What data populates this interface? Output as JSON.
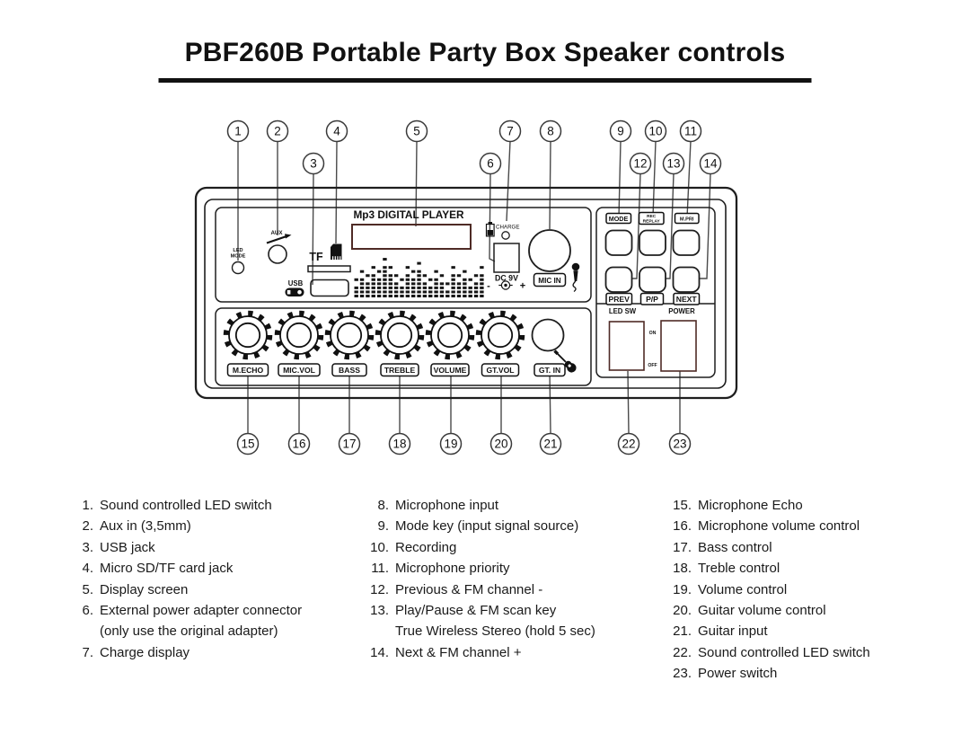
{
  "title": "PBF260B Portable Party Box Speaker controls",
  "panel": {
    "display_title": "Mp3 DIGITAL PLAYER",
    "labels": {
      "led_mode_line1": "LED",
      "led_mode_line2": "MODE",
      "aux": "AUX",
      "tf": "TF",
      "usb": "USB",
      "charge": "CHARGE",
      "dc9v": "DC 9V",
      "polarity_minus": "-",
      "polarity_plus": "+",
      "mic_in": "MIC IN",
      "led_sw": "LED SW",
      "power": "POWER",
      "on": "ON",
      "off": "OFF",
      "gt_in": "GT. IN"
    },
    "buttons": {
      "mode": "MODE",
      "rec_line1": "REC",
      "rec_line2": "REPLAY",
      "mpri": "M.PRI",
      "prev": "PREV",
      "pp": "P/P",
      "next": "NEXT"
    },
    "knobs": [
      "M.ECHO",
      "MIC.VOL",
      "BASS",
      "TREBLE",
      "VOLUME",
      "GT.VOL"
    ],
    "equalizer_heights": [
      3,
      5,
      4,
      6,
      5,
      8,
      6,
      4,
      3,
      6,
      5,
      7,
      4,
      3,
      5,
      4,
      2,
      6,
      4,
      5,
      3,
      4,
      6
    ]
  },
  "callouts": {
    "numbers": [
      "1",
      "2",
      "3",
      "4",
      "5",
      "6",
      "7",
      "8",
      "9",
      "10",
      "11",
      "12",
      "13",
      "14",
      "15",
      "16",
      "17",
      "18",
      "19",
      "20",
      "21",
      "22",
      "23"
    ]
  },
  "legend": {
    "col1": [
      {
        "n": "1.",
        "text": "Sound controlled LED switch"
      },
      {
        "n": "2.",
        "text": "Aux in (3,5mm)"
      },
      {
        "n": "3.",
        "text": "USB jack"
      },
      {
        "n": "4.",
        "text": "Micro SD/TF card jack"
      },
      {
        "n": "5.",
        "text": "Display screen"
      },
      {
        "n": "6.",
        "text": "External power adapter connector",
        "extra": "(only use the original adapter)"
      },
      {
        "n": "7.",
        "text": "Charge display"
      }
    ],
    "col2": [
      {
        "n": "8.",
        "text": "Microphone input"
      },
      {
        "n": "9.",
        "text": "Mode key (input signal source)"
      },
      {
        "n": "10.",
        "text": "Recording"
      },
      {
        "n": "11.",
        "text": "Microphone priority"
      },
      {
        "n": "12.",
        "text": "Previous & FM channel -"
      },
      {
        "n": "13.",
        "text": "Play/Pause & FM scan key",
        "extra": "True Wireless Stereo (hold 5 sec)"
      },
      {
        "n": "14.",
        "text": "Next & FM channel +"
      }
    ],
    "col3": [
      {
        "n": "15.",
        "text": "Microphone Echo"
      },
      {
        "n": "16.",
        "text": "Microphone volume control"
      },
      {
        "n": "17.",
        "text": "Bass control"
      },
      {
        "n": "18.",
        "text": "Treble control"
      },
      {
        "n": "19.",
        "text": "Volume control"
      },
      {
        "n": "20.",
        "text": "Guitar volume control"
      },
      {
        "n": "21.",
        "text": "Guitar input"
      },
      {
        "n": "22.",
        "text": "Sound controlled LED switch"
      },
      {
        "n": "23.",
        "text": "Power switch"
      }
    ]
  }
}
